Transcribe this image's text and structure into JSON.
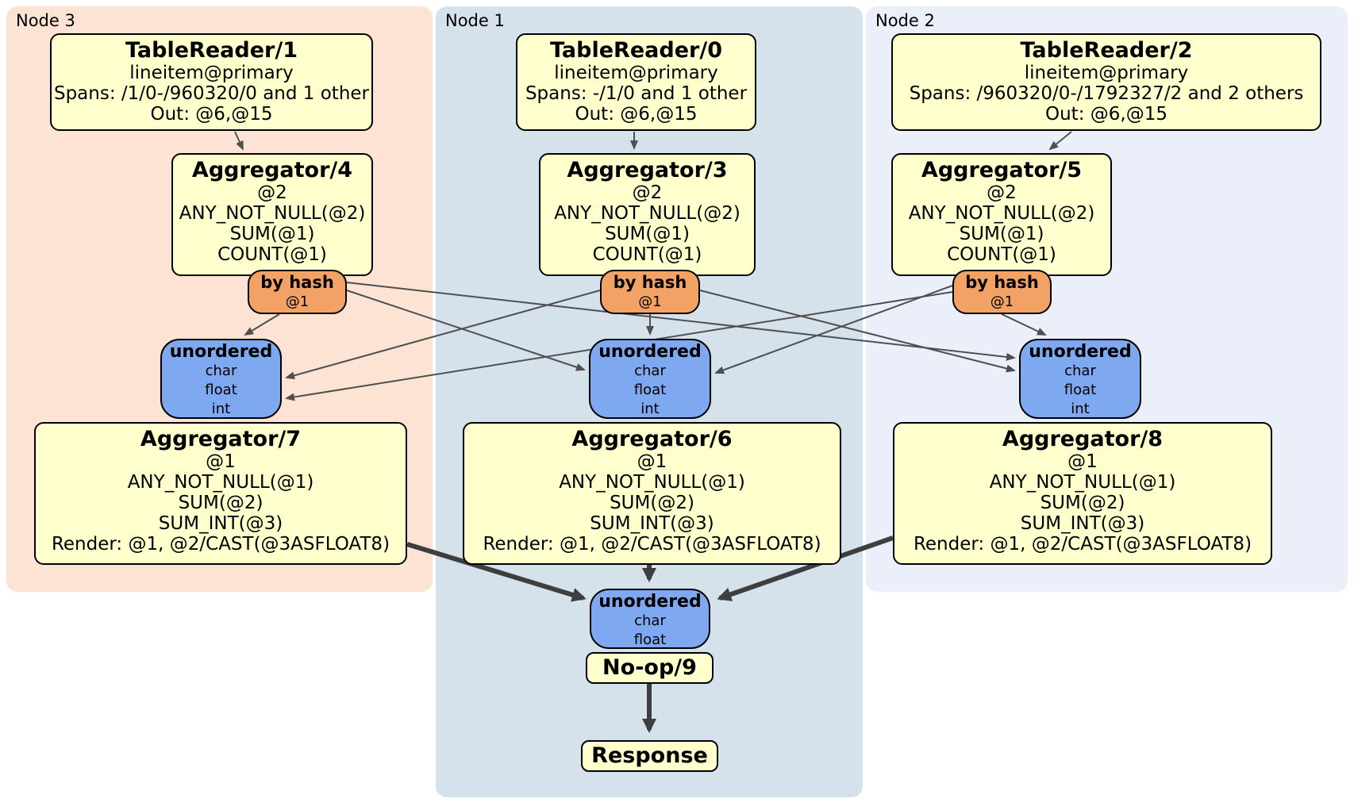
{
  "nodes": {
    "node3": {
      "label": "Node 3",
      "reader": {
        "title": "TableReader/1",
        "lines": [
          "lineitem@primary",
          "Spans: /1/0-/960320/0 and 1 other",
          "Out: @6,@15"
        ]
      },
      "aggregator_pre": {
        "title": "Aggregator/4",
        "lines": [
          "@2",
          "ANY_NOT_NULL(@2)",
          "SUM(@1)",
          "COUNT(@1)"
        ]
      },
      "router": {
        "title": "by hash",
        "lines": [
          "@1"
        ]
      },
      "sync": {
        "title": "unordered",
        "lines": [
          "char",
          "float",
          "int"
        ]
      },
      "aggregator_post": {
        "title": "Aggregator/7",
        "lines": [
          "@1",
          "ANY_NOT_NULL(@1)",
          "SUM(@2)",
          "SUM_INT(@3)",
          "Render: @1, @2/CAST(@3ASFLOAT8)"
        ]
      }
    },
    "node1": {
      "label": "Node 1",
      "reader": {
        "title": "TableReader/0",
        "lines": [
          "lineitem@primary",
          "Spans: -/1/0 and 1 other",
          "Out: @6,@15"
        ]
      },
      "aggregator_pre": {
        "title": "Aggregator/3",
        "lines": [
          "@2",
          "ANY_NOT_NULL(@2)",
          "SUM(@1)",
          "COUNT(@1)"
        ]
      },
      "router": {
        "title": "by hash",
        "lines": [
          "@1"
        ]
      },
      "sync": {
        "title": "unordered",
        "lines": [
          "char",
          "float",
          "int"
        ]
      },
      "aggregator_post": {
        "title": "Aggregator/6",
        "lines": [
          "@1",
          "ANY_NOT_NULL(@1)",
          "SUM(@2)",
          "SUM_INT(@3)",
          "Render: @1, @2/CAST(@3ASFLOAT8)"
        ]
      }
    },
    "node2": {
      "label": "Node 2",
      "reader": {
        "title": "TableReader/2",
        "lines": [
          "lineitem@primary",
          "Spans: /960320/0-/1792327/2 and 2 others",
          "Out: @6,@15"
        ]
      },
      "aggregator_pre": {
        "title": "Aggregator/5",
        "lines": [
          "@2",
          "ANY_NOT_NULL(@2)",
          "SUM(@1)",
          "COUNT(@1)"
        ]
      },
      "router": {
        "title": "by hash",
        "lines": [
          "@1"
        ]
      },
      "sync": {
        "title": "unordered",
        "lines": [
          "char",
          "float",
          "int"
        ]
      },
      "aggregator_post": {
        "title": "Aggregator/8",
        "lines": [
          "@1",
          "ANY_NOT_NULL(@1)",
          "SUM(@2)",
          "SUM_INT(@3)",
          "Render: @1, @2/CAST(@3ASFLOAT8)"
        ]
      }
    }
  },
  "output": {
    "sync": {
      "title": "unordered",
      "lines": [
        "char",
        "float"
      ]
    },
    "noop": {
      "title": "No-op/9"
    },
    "response": {
      "title": "Response"
    }
  },
  "colors": {
    "node3_bg": "#FCE3D3",
    "node1_bg": "#D5E2EC",
    "node2_bg": "#EAEFF9",
    "box_bg": "#FFFFCE",
    "router_bg": "#F2A265",
    "sync_bg": "#7EA8F0",
    "border": "#000000",
    "edge_thin": "#4F4F4F",
    "edge_thick": "#3E3E3E"
  }
}
